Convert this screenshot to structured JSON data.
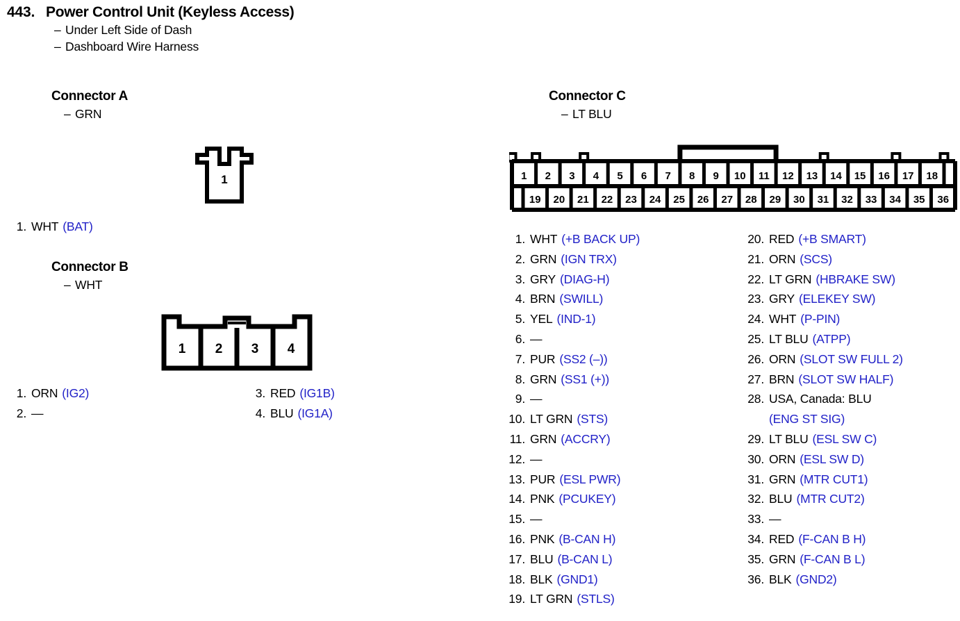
{
  "header": {
    "number": "443.",
    "title": "Power Control Unit (Keyless Access)",
    "location": "Under Left Side of Dash",
    "harness": "Dashboard Wire Harness"
  },
  "colors": {
    "signal_blue": "#2222c8",
    "ink_black": "#000000",
    "paper": "#ffffff"
  },
  "connector_a": {
    "heading": "Connector A",
    "wire_color": "GRN",
    "diagram": {
      "cells": [
        "1"
      ]
    },
    "pins": [
      {
        "no": "1.",
        "wire": "WHT",
        "signal": "(BAT)"
      }
    ]
  },
  "connector_b": {
    "heading": "Connector B",
    "wire_color": "WHT",
    "diagram": {
      "cells": [
        "1",
        "2",
        "3",
        "4"
      ]
    },
    "pins_left": [
      {
        "no": "1.",
        "wire": "ORN",
        "signal": "(IG2)"
      },
      {
        "no": "2.",
        "wire": "—",
        "signal": ""
      }
    ],
    "pins_right": [
      {
        "no": "3.",
        "wire": "RED",
        "signal": "(IG1B)"
      },
      {
        "no": "4.",
        "wire": "BLU",
        "signal": "(IG1A)"
      }
    ]
  },
  "connector_c": {
    "heading": "Connector C",
    "wire_color": "LT BLU",
    "diagram": {
      "top_row": [
        "1",
        "2",
        "3",
        "4",
        "5",
        "6",
        "7",
        "8",
        "9",
        "10",
        "11",
        "12",
        "13",
        "14",
        "15",
        "16",
        "17",
        "18"
      ],
      "bottom_row": [
        "19",
        "20",
        "21",
        "22",
        "23",
        "24",
        "25",
        "26",
        "27",
        "28",
        "29",
        "30",
        "31",
        "32",
        "33",
        "34",
        "35",
        "36"
      ],
      "handle_span": [
        "8",
        "11"
      ]
    },
    "pins_left": [
      {
        "no": "1.",
        "wire": "WHT",
        "signal": "(+B BACK UP)"
      },
      {
        "no": "2.",
        "wire": "GRN",
        "signal": "(IGN TRX)"
      },
      {
        "no": "3.",
        "wire": "GRY",
        "signal": "(DIAG-H)"
      },
      {
        "no": "4.",
        "wire": "BRN",
        "signal": "(SWILL)"
      },
      {
        "no": "5.",
        "wire": "YEL",
        "signal": "(IND-1)"
      },
      {
        "no": "6.",
        "wire": "—",
        "signal": ""
      },
      {
        "no": "7.",
        "wire": "PUR",
        "signal": "(SS2 (–))"
      },
      {
        "no": "8.",
        "wire": "GRN",
        "signal": "(SS1 (+))"
      },
      {
        "no": "9.",
        "wire": "—",
        "signal": ""
      },
      {
        "no": "10.",
        "wire": "LT GRN",
        "signal": "(STS)"
      },
      {
        "no": "11.",
        "wire": "GRN",
        "signal": "(ACCRY)"
      },
      {
        "no": "12.",
        "wire": "—",
        "signal": ""
      },
      {
        "no": "13.",
        "wire": "PUR",
        "signal": "(ESL PWR)"
      },
      {
        "no": "14.",
        "wire": "PNK",
        "signal": "(PCUKEY)"
      },
      {
        "no": "15.",
        "wire": "—",
        "signal": ""
      },
      {
        "no": "16.",
        "wire": "PNK",
        "signal": "(B-CAN H)"
      },
      {
        "no": "17.",
        "wire": "BLU",
        "signal": "(B-CAN L)"
      },
      {
        "no": "18.",
        "wire": "BLK",
        "signal": "(GND1)"
      },
      {
        "no": "19.",
        "wire": "LT GRN",
        "signal": "(STLS)"
      }
    ],
    "pins_right": [
      {
        "no": "20.",
        "wire": "RED",
        "signal": "(+B SMART)"
      },
      {
        "no": "21.",
        "wire": "ORN",
        "signal": "(SCS)"
      },
      {
        "no": "22.",
        "wire": "LT GRN",
        "signal": "(HBRAKE SW)"
      },
      {
        "no": "23.",
        "wire": "GRY",
        "signal": "(ELEKEY SW)"
      },
      {
        "no": "24.",
        "wire": "WHT",
        "signal": "(P-PIN)"
      },
      {
        "no": "25.",
        "wire": "LT BLU",
        "signal": "(ATPP)"
      },
      {
        "no": "26.",
        "wire": "ORN",
        "signal": "(SLOT SW FULL 2)"
      },
      {
        "no": "27.",
        "wire": "BRN",
        "signal": "(SLOT SW HALF)"
      },
      {
        "no": "28.",
        "wire": "USA, Canada: BLU",
        "signal": "",
        "continuation": "(ENG ST SIG)"
      },
      {
        "no": "29.",
        "wire": "LT BLU",
        "signal": "(ESL SW C)"
      },
      {
        "no": "30.",
        "wire": "ORN",
        "signal": "(ESL SW D)"
      },
      {
        "no": "31.",
        "wire": "GRN",
        "signal": "(MTR CUT1)"
      },
      {
        "no": "32.",
        "wire": "BLU",
        "signal": "(MTR CUT2)"
      },
      {
        "no": "33.",
        "wire": "—",
        "signal": ""
      },
      {
        "no": "34.",
        "wire": "RED",
        "signal": "(F-CAN B H)"
      },
      {
        "no": "35.",
        "wire": "GRN",
        "signal": "(F-CAN B L)"
      },
      {
        "no": "36.",
        "wire": "BLK",
        "signal": "(GND2)"
      }
    ]
  }
}
